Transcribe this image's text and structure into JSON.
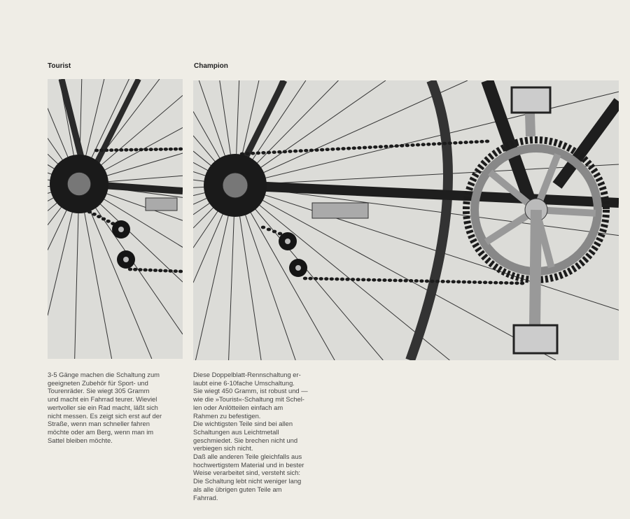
{
  "tourist": {
    "caption": "Tourist",
    "lines": [
      "3-5 Gänge machen die Schaltung zum",
      "geeigneten Zubehör für Sport- und",
      "Tourenräder. Sie wiegt 305 Gramm",
      "und macht ein Fahrrad teurer. Wieviel",
      "wertvoller sie ein Rad macht, läßt sich",
      "nicht messen. Es zeigt sich erst auf der",
      "Straße, wenn man schneller fahren",
      "möchte oder am Berg, wenn man im",
      "Sattel bleiben möchte."
    ]
  },
  "champion": {
    "caption": "Champion",
    "lines": [
      "Diese Doppelblatt-Rennschaltung er-",
      "laubt eine 6-10fache Umschaltung.",
      "Sie wiegt 450 Gramm, ist robust und —",
      "wie die »Tourist«-Schaltung mit Schel-",
      "len oder Anlötteilen einfach am",
      "Rahmen zu befestigen.",
      "Die wichtigsten Teile sind bei allen",
      "Schaltungen aus Leichtmetall",
      "geschmiedet. Sie brechen nicht und",
      "verbiegen sich nicht.",
      "Daß alle anderen Teile gleichfalls aus",
      "hochwertigstem Material und in bester",
      "Weise verarbeitet sind, versteht sich:",
      "Die Schaltung lebt nicht weniger lang",
      "als alle übrigen guten Teile am",
      "Fahrrad."
    ]
  }
}
